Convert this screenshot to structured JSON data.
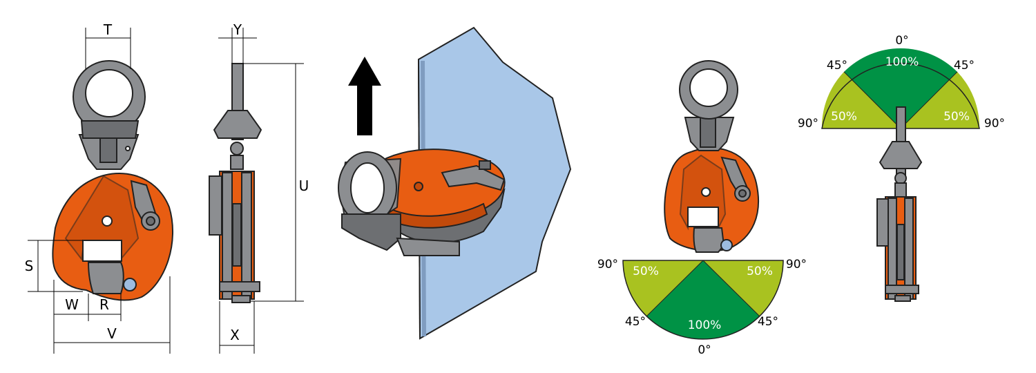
{
  "dimensions": {
    "T": "T",
    "Y": "Y",
    "U": "U",
    "S": "S",
    "W": "W",
    "R": "R",
    "V": "V",
    "X": "X"
  },
  "lower_gauge": {
    "left_angle": "90°",
    "right_angle": "90°",
    "left_diag": "45°",
    "right_diag": "45°",
    "bottom": "0°",
    "side_left_pct": "50%",
    "side_right_pct": "50%",
    "center_pct": "100%"
  },
  "upper_gauge": {
    "top": "0°",
    "left_diag": "45°",
    "right_diag": "45°",
    "left_angle": "90°",
    "right_angle": "90°",
    "side_left_pct": "50%",
    "side_right_pct": "50%",
    "center_pct": "100%"
  },
  "colors": {
    "green": "#009245",
    "lime": "#a9c220",
    "orange": "#e85d12",
    "plate": "#a9c7e8",
    "metal": "#8c8e91"
  }
}
